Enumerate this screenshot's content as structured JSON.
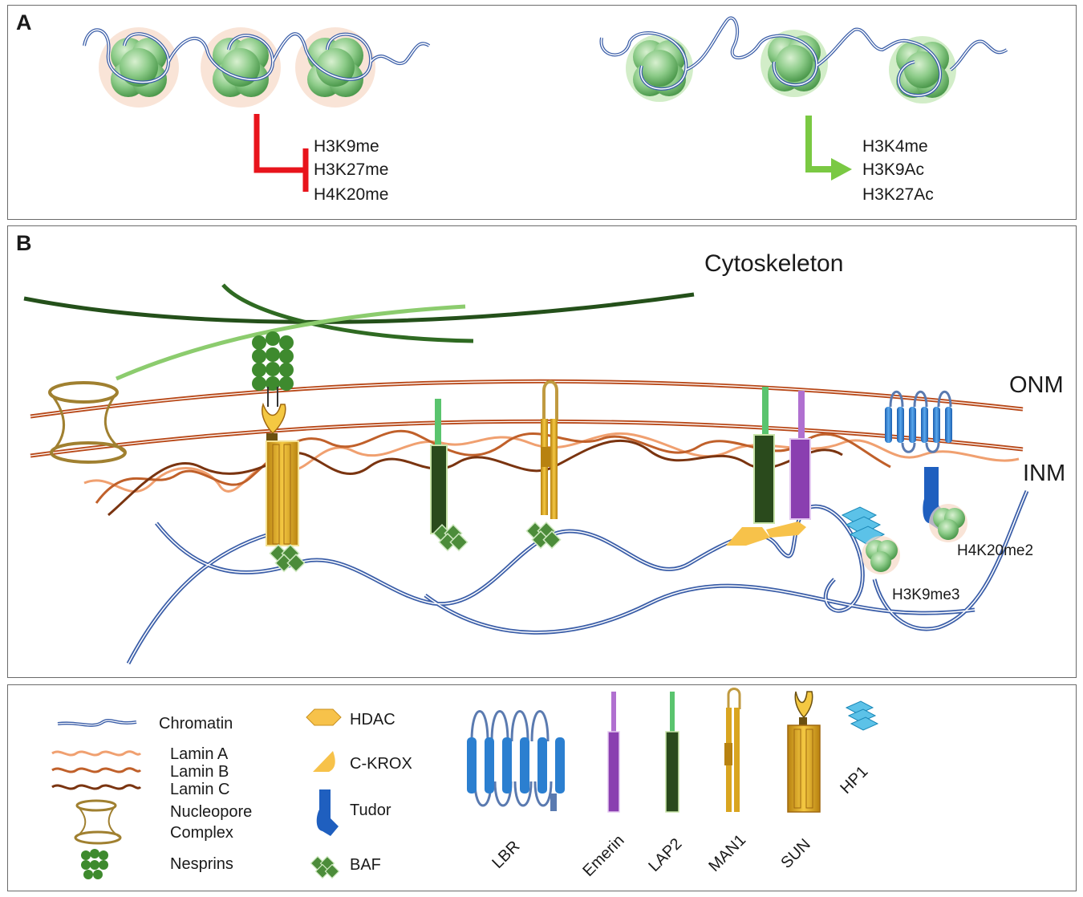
{
  "panel_a": {
    "label": "A",
    "repressive_marks": [
      "H3K9me",
      "H3K27me",
      "H4K20me"
    ],
    "active_marks": [
      "H3K4me",
      "H3K9Ac",
      "H3K27Ac"
    ],
    "colors": {
      "repressive_arrow": "#e8141c",
      "active_arrow": "#7ac943",
      "nucleosome": "#7ec57e",
      "chromatin": "#3b5ea8"
    }
  },
  "panel_b": {
    "label": "B",
    "cytoskeleton_label": "Cytoskeleton",
    "onm_label": "ONM",
    "inm_label": "INM",
    "h4k20me2_label": "H4K20me2",
    "h3k9me3_label": "H3K9me3"
  },
  "legend": {
    "items_left": [
      "Chromatin",
      "Lamin A",
      "Lamin B",
      "Lamin C",
      "Nucleopore",
      "Complex",
      "Nesprins"
    ],
    "items_mid": [
      "HDAC",
      "C-KROX",
      "Tudor",
      "BAF"
    ],
    "proteins": [
      "LBR",
      "Emerin",
      "LAP2",
      "MAN1",
      "SUN",
      "HP1"
    ],
    "colors": {
      "lamin_a": "#f0a070",
      "lamin_b": "#c0602a",
      "lamin_c": "#7a3410",
      "nucleopore": "#a08030",
      "nesprins": "#3e8a2e",
      "hdac": "#f7c24a",
      "tudor": "#1f5fbf",
      "baf": "#4c8c3a",
      "lbr": "#2b7fd0",
      "emerin": "#8a3fb0",
      "lap2": "#2a4a1c",
      "man1": "#d9a520",
      "sun": "#d9a520",
      "hp1": "#5cc2e8"
    }
  }
}
